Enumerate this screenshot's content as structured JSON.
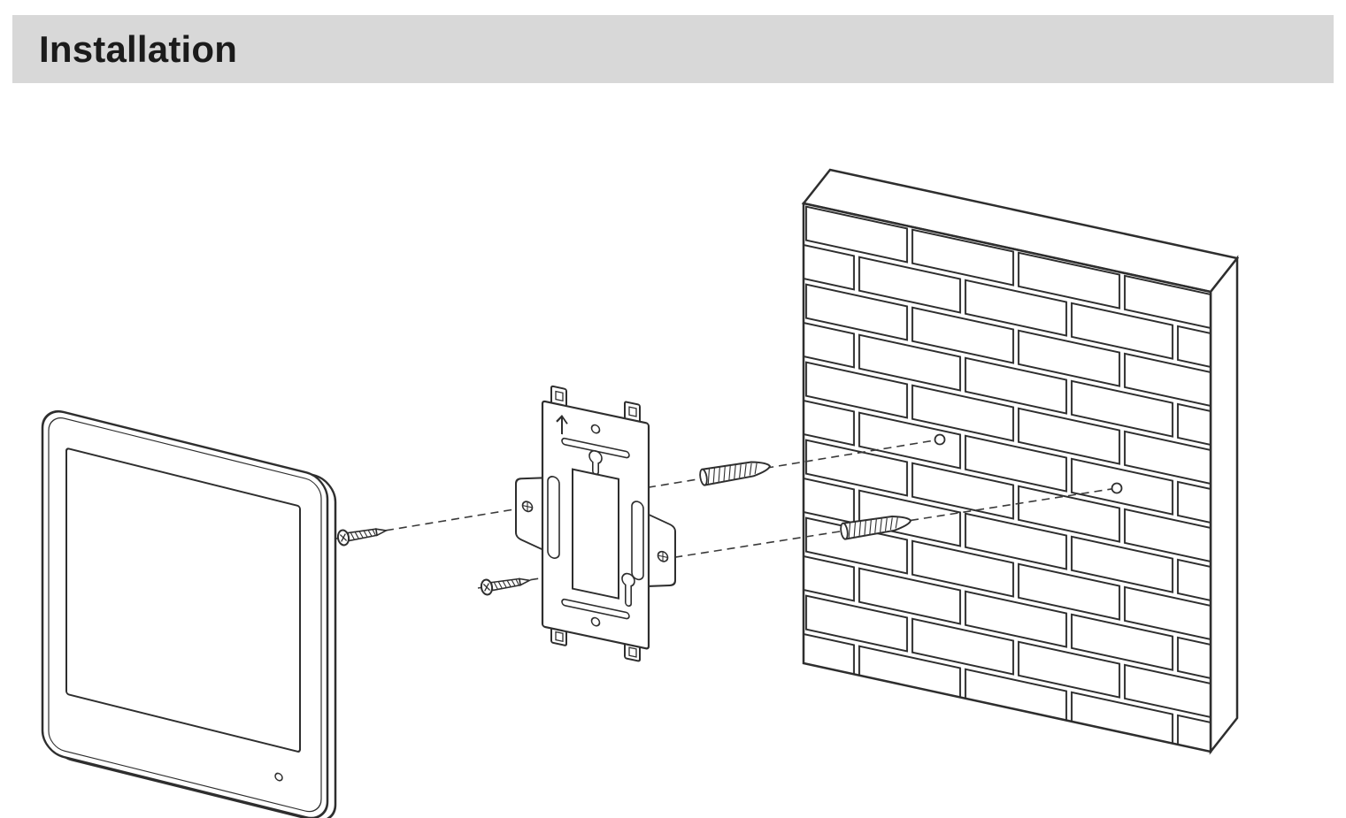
{
  "header": {
    "title": "Installation",
    "background_color": "#d8d8d8",
    "text_color": "#1b1b1b"
  },
  "diagram": {
    "type": "exploded-isometric-installation-drawing",
    "stroke_color": "#2e2e2e",
    "components": [
      "monitor",
      "mounting-screw-upper",
      "mounting-screw-lower",
      "mounting-bracket",
      "wall-anchor-upper",
      "wall-anchor-lower",
      "brick-wall",
      "drill-hole-upper",
      "drill-hole-lower",
      "alignment-dashed-lines"
    ]
  }
}
